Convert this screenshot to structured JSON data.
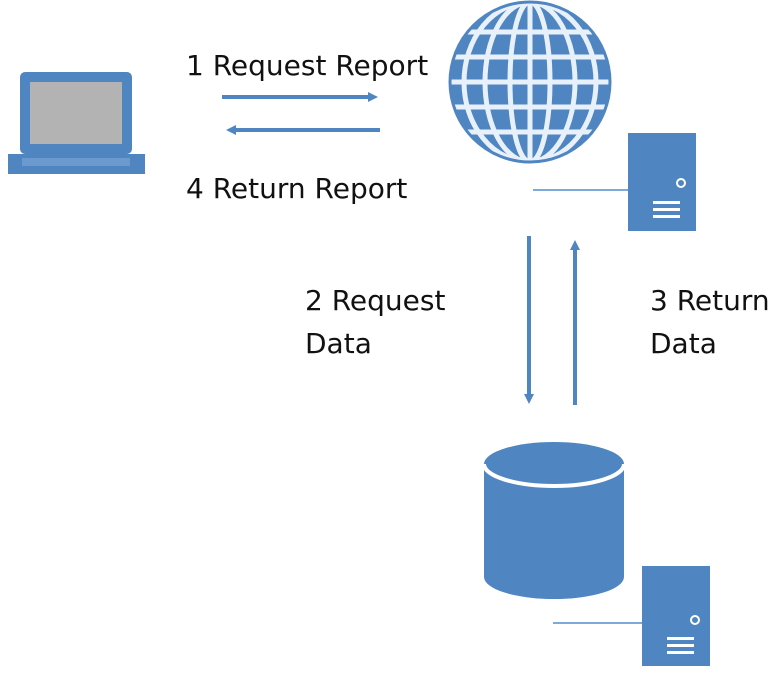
{
  "colors": {
    "blue": "#4f86c1",
    "light_blue": "#7fa9d8",
    "screen_gray": "#b3b3b3",
    "grid_white": "#e8f0fa",
    "text": "#111111"
  },
  "icons": {
    "client": "laptop-icon",
    "web": "globe-icon",
    "web_server": "server-icon",
    "database": "database-icon",
    "db_server": "server-icon"
  },
  "steps": {
    "step1": "1 Request Report",
    "step2_line1": "2 Request",
    "step2_line2": "Data",
    "step3_line1": "3 Return",
    "step3_line2": "Data",
    "step4": "4 Return Report"
  }
}
